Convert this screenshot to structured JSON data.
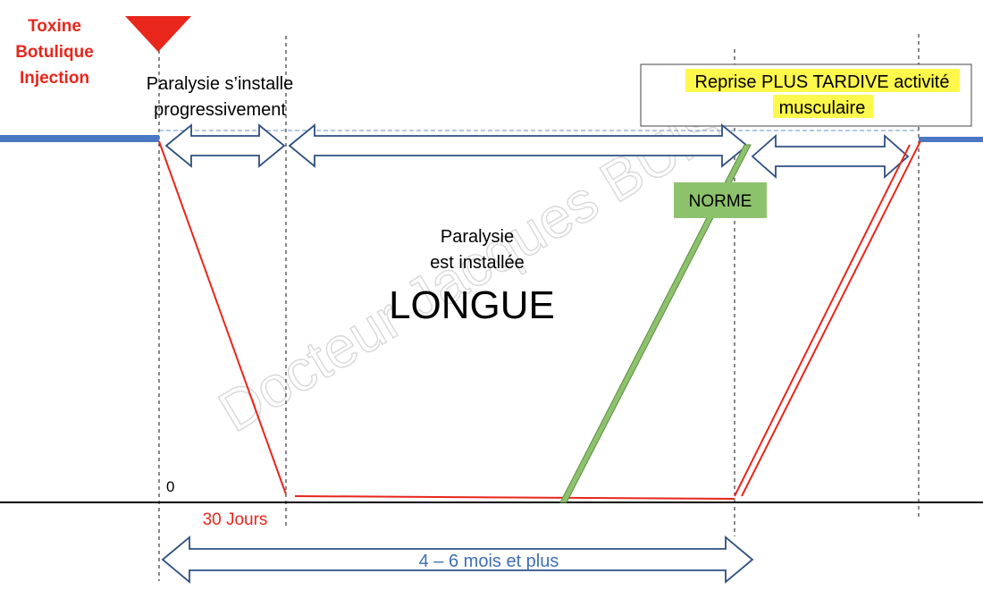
{
  "injection": {
    "lines": [
      "Toxine",
      "Botulique",
      "Injection"
    ],
    "color": "#e8261c"
  },
  "phase1": {
    "lines": [
      "Paralysie s’installe",
      "progressivement"
    ]
  },
  "reprise": {
    "lines": [
      "Reprise  PLUS TARDIVE activité",
      "musculaire"
    ],
    "highlight": "#fef84c"
  },
  "norme": {
    "label": "NORME",
    "color": "#8dc26c"
  },
  "installed": {
    "lines": [
      "Paralysie",
      "est installée"
    ]
  },
  "duration_word": "LONGUE",
  "zero_label": "0",
  "days_label": "30 Jours",
  "span_label": "4  – 6 mois et plus",
  "watermark": "Docteur Jacques BUIS",
  "colors": {
    "red": "#e8261c",
    "blue": "#3f6fb3",
    "barBlue": "#4a78c2",
    "green": "#8dc26c",
    "black": "#000000"
  },
  "icons": {
    "injection_marker": "triangle-down-icon",
    "span_arrow": "double-arrow-icon"
  }
}
